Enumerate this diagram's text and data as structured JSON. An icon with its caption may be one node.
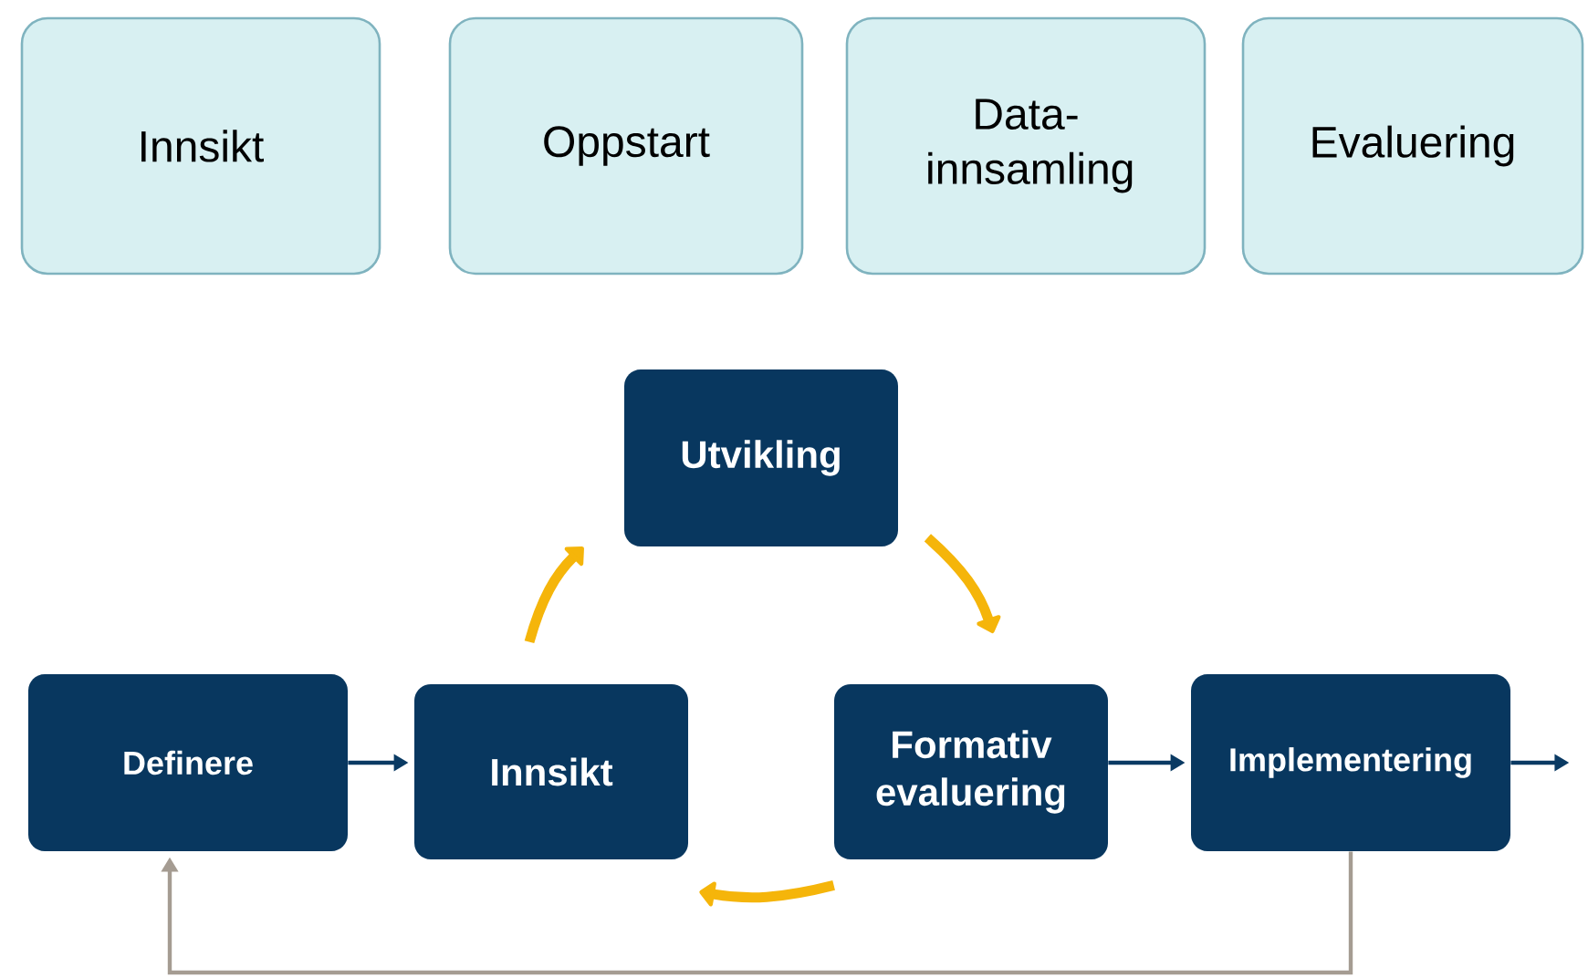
{
  "diagram": {
    "nodes": [
      {
        "text": [
          "Innsikt"
        ]
      },
      {
        "text": [
          "Oppstart"
        ]
      },
      {
        "text": [
          "Data-innsamling"
        ]
      },
      {
        "text": [
          "Evaluering"
        ]
      },
      {
        "text": [
          "Utvikling"
        ]
      },
      {
        "text": [
          "Definere"
        ]
      },
      {
        "text": [
          "Innsikt"
        ]
      },
      {
        "text": [
          "Formativ evaluering"
        ]
      },
      {
        "text": [
          "Implementering"
        ]
      }
    ],
    "edges": [
      {
        "from": 5,
        "to": 6,
        "arrow": "to"
      },
      {
        "from": 6,
        "to": 4,
        "arrow": "to",
        "style": "thick",
        "color": "#f5b50a"
      },
      {
        "from": 4,
        "to": 7,
        "arrow": "to",
        "style": "thick",
        "color": "#f5b50a"
      },
      {
        "from": 7,
        "to": 6,
        "arrow": "to",
        "style": "thick",
        "color": "#f5b50a"
      },
      {
        "from": 7,
        "to": 8,
        "arrow": "to"
      },
      {
        "from": 8,
        "to": null,
        "arrow": "to"
      },
      {
        "from": 8,
        "to": 5,
        "arrow": "to",
        "color": "#a59c92"
      }
    ]
  }
}
